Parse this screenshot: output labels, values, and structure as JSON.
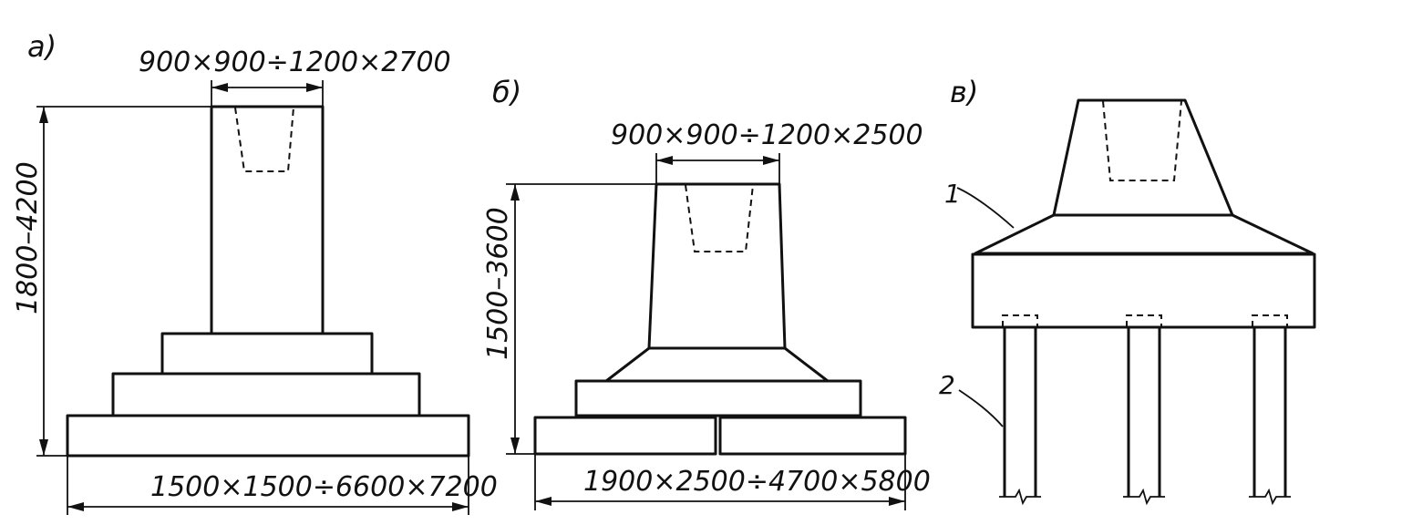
{
  "panels": {
    "a": {
      "label": "а)",
      "top_dimension": "900×900÷1200×2700",
      "height_dimension": "1800–4200",
      "base_dimension": "1500×1500÷6600×7200"
    },
    "b": {
      "label": "б)",
      "top_dimension": "900×900÷1200×2500",
      "height_dimension": "1500–3600",
      "base_dimension": "1900×2500÷4700×5800"
    },
    "v": {
      "label": "в)",
      "callout_1": "1",
      "callout_2": "2"
    }
  },
  "colors": {
    "ink": "#111111",
    "paper": "#ffffff"
  }
}
